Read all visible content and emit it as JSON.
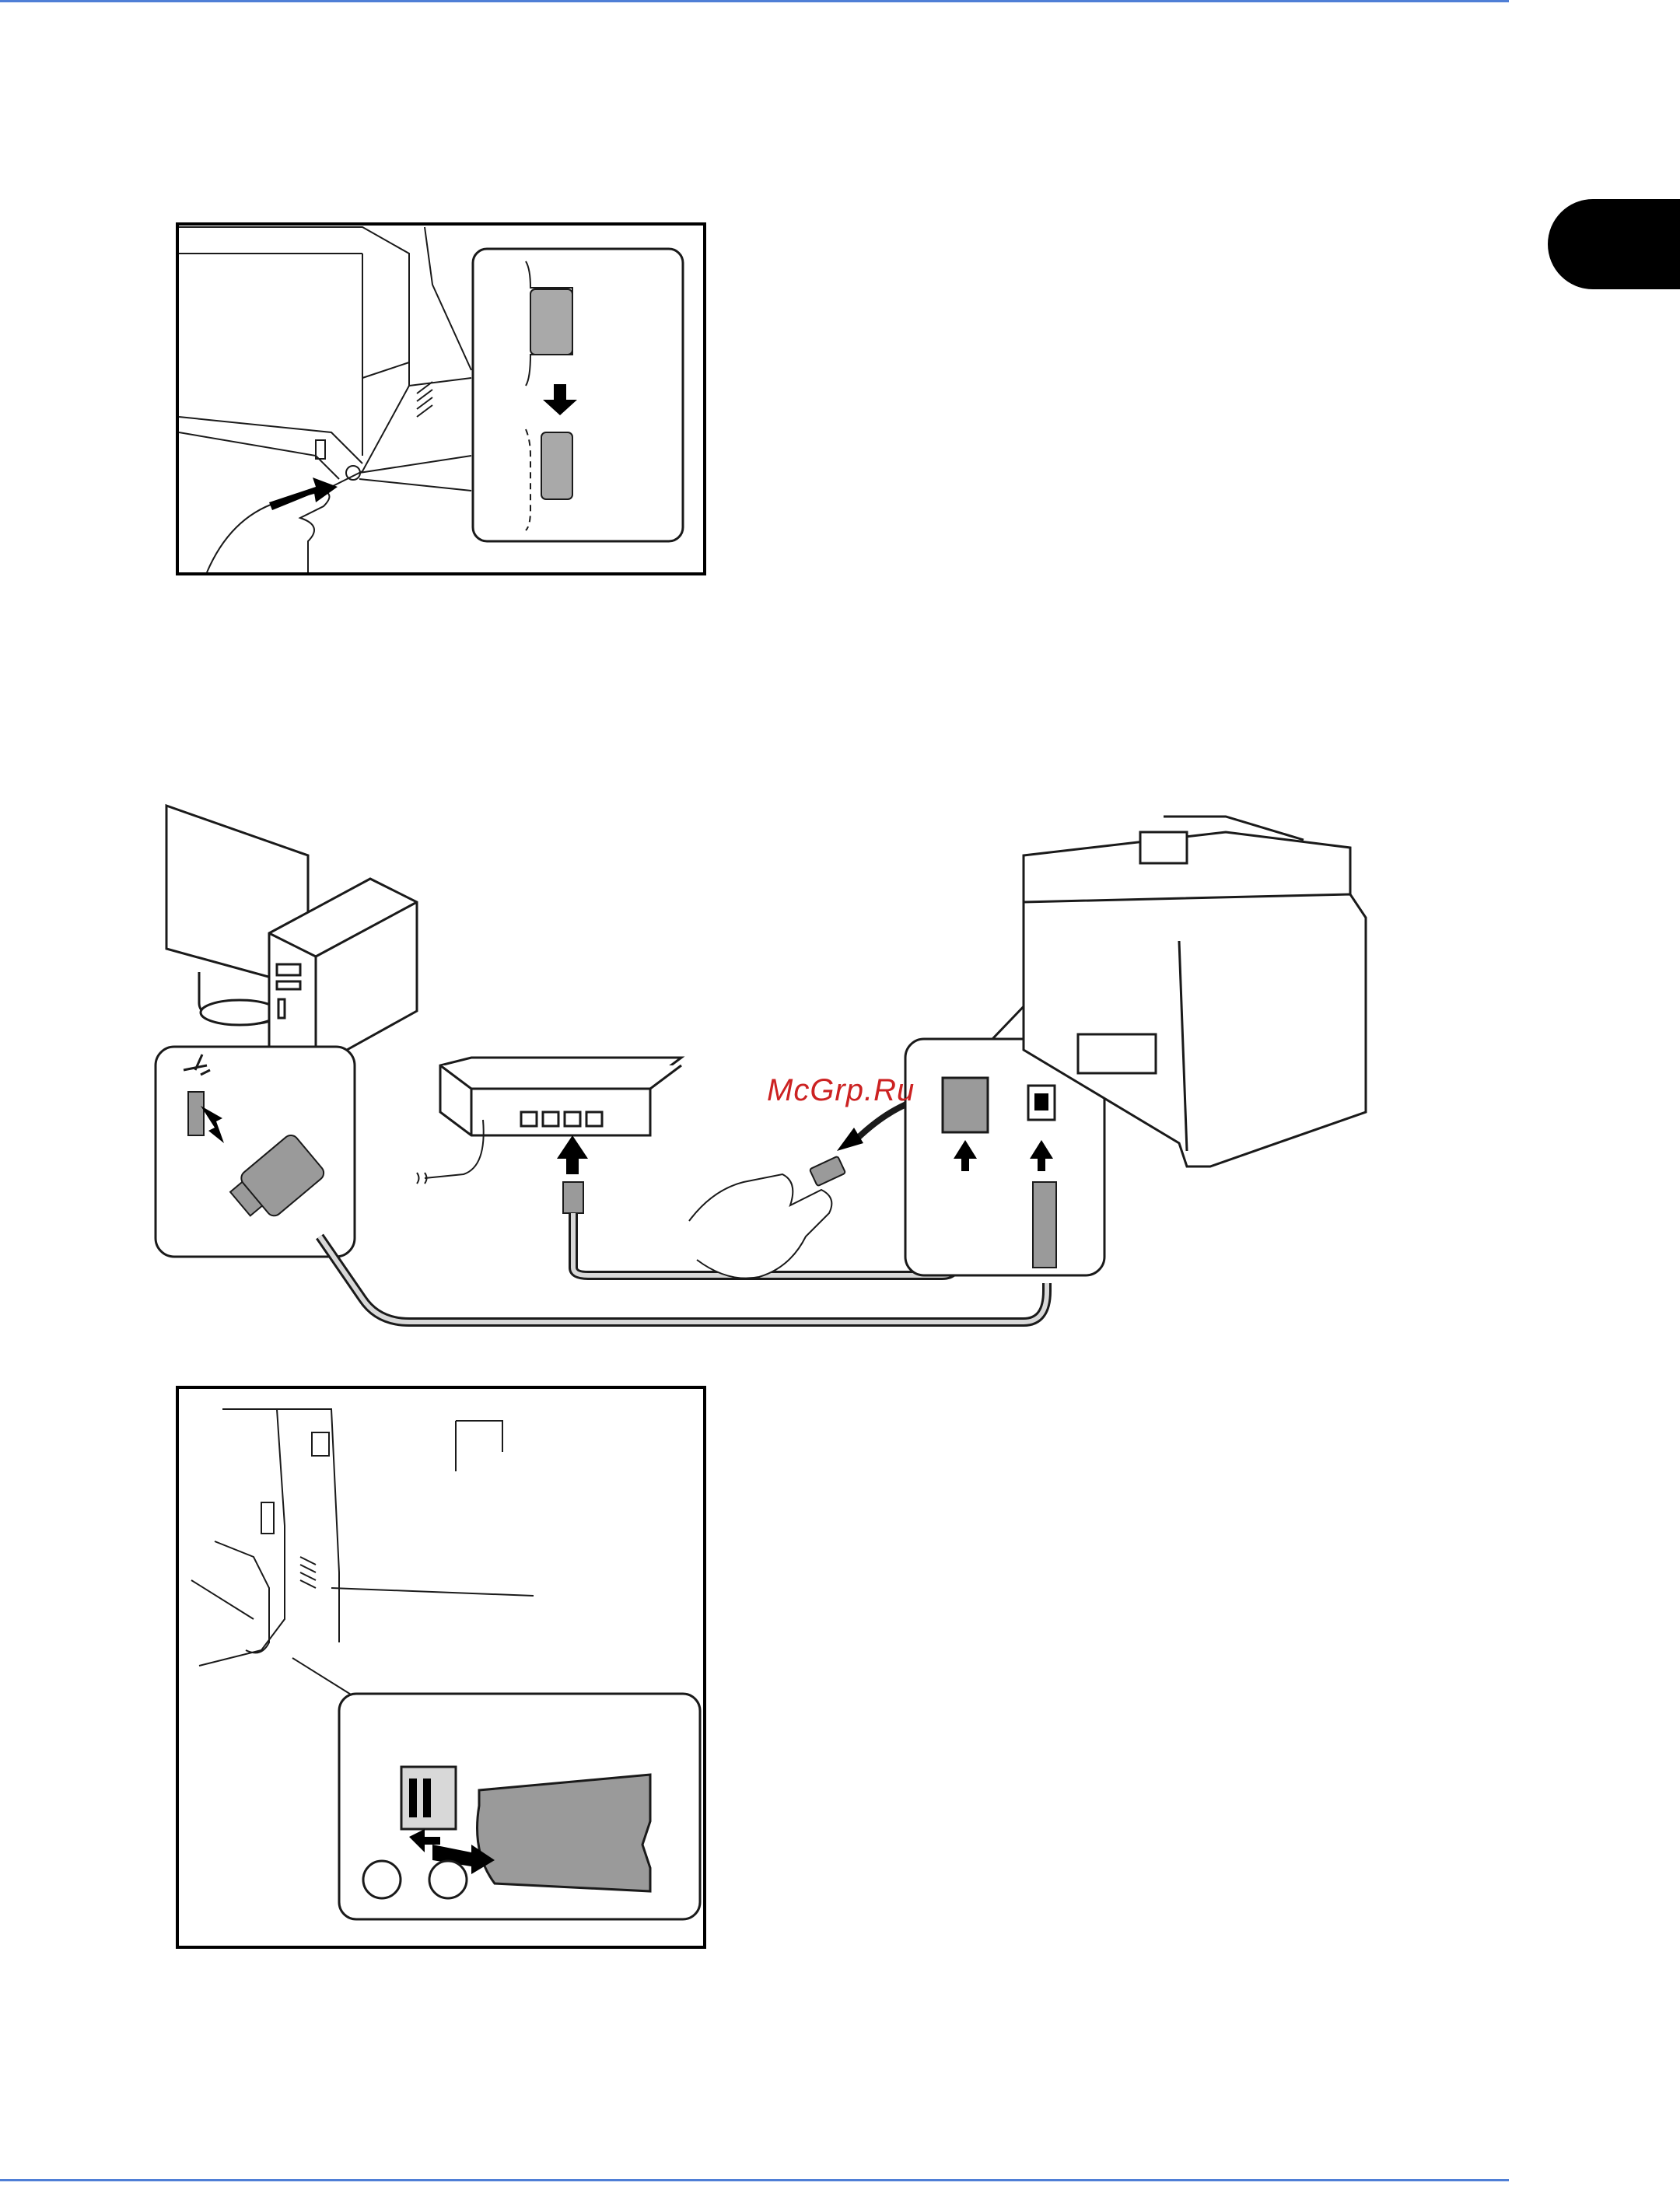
{
  "watermark": {
    "text": "McGrp.Ru"
  },
  "colors": {
    "rule": "#4f7fd6",
    "tab": "#000000",
    "ink": "#1a1a1a",
    "gray_fill": "#9a9a9a",
    "light_gray": "#d8d8d8",
    "watermark": "#cc2222"
  },
  "figures": [
    {
      "id": "power-switch-figure",
      "icon": "printer-power-button-press"
    },
    {
      "id": "cable-connection-figure",
      "icon": "usb-and-network-cable-connection"
    },
    {
      "id": "power-cord-figure",
      "icon": "power-cord-cover-removal"
    }
  ]
}
